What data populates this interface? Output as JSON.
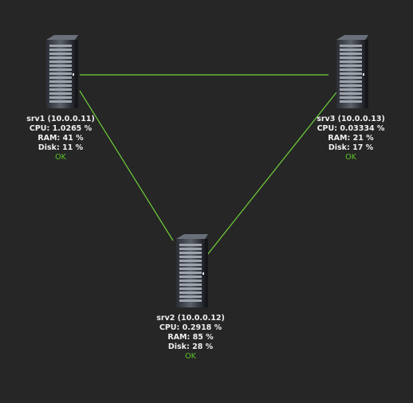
{
  "colors": {
    "background": "#262626",
    "link": "#6fcf3a",
    "status_ok": "#5cc62a"
  },
  "nodes": {
    "srv1": {
      "title": "srv1 (10.0.0.11)",
      "cpu": "CPU: 1.0265 %",
      "ram": "RAM: 41 %",
      "disk": "Disk: 11 %",
      "status": "OK",
      "icon": "server-tower-icon"
    },
    "srv3": {
      "title": "srv3 (10.0.0.13)",
      "cpu": "CPU: 0.03334 %",
      "ram": "RAM: 21 %",
      "disk": "Disk: 17 %",
      "status": "OK",
      "icon": "server-tower-icon"
    },
    "srv2": {
      "title": "srv2 (10.0.0.12)",
      "cpu": "CPU: 0.2918 %",
      "ram": "RAM: 85 %",
      "disk": "Disk: 28 %",
      "status": "OK",
      "icon": "server-tower-icon"
    }
  },
  "links": [
    {
      "from": "srv1",
      "to": "srv3"
    },
    {
      "from": "srv1",
      "to": "srv2"
    },
    {
      "from": "srv3",
      "to": "srv2"
    }
  ]
}
